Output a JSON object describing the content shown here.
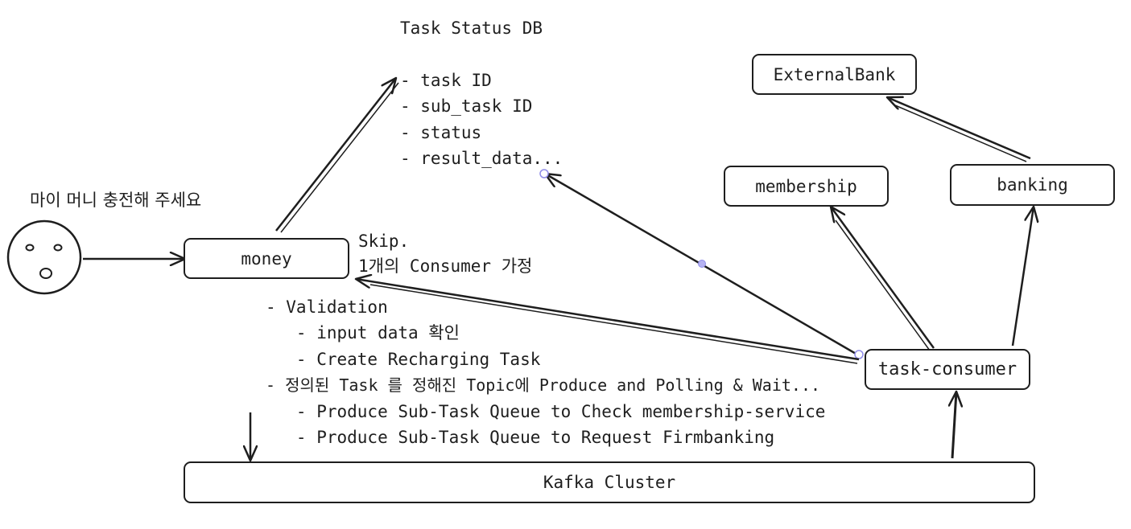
{
  "db": {
    "title": "Task Status DB",
    "fields": [
      "- task ID",
      "- sub_task ID",
      "- status",
      "- result_data..."
    ]
  },
  "nodes": {
    "external_bank": "ExternalBank",
    "membership": "membership",
    "banking": "banking",
    "money": "money",
    "task_consumer": "task-consumer",
    "kafka": "Kafka Cluster"
  },
  "user": {
    "speech": "마이 머니 충전해 주세요"
  },
  "skip_note": [
    "Skip.",
    "1개의 Consumer 가정"
  ],
  "steps": [
    "- Validation",
    "   - input data 확인",
    "   - Create Recharging Task",
    "- 정의된 Task 를 정해진 Topic에 Produce and Polling & Wait...",
    "   - Produce Sub-Task Queue to Check membership-service",
    "   - Produce Sub-Task Queue to Request Firmbanking"
  ]
}
